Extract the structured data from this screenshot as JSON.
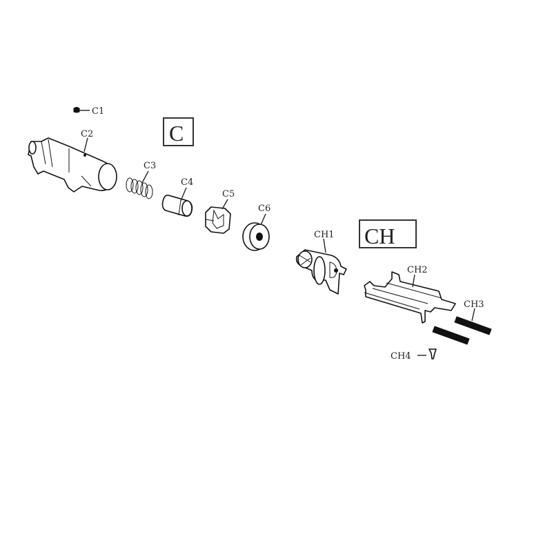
{
  "groups": {
    "c": "C",
    "ch": "CH"
  },
  "parts": {
    "c1": "C1",
    "c2": "C2",
    "c3": "C3",
    "c4": "C4",
    "c5": "C5",
    "c6": "C6",
    "ch1": "CH1",
    "ch2": "CH2",
    "ch3": "CH3",
    "ch4": "CH4"
  }
}
